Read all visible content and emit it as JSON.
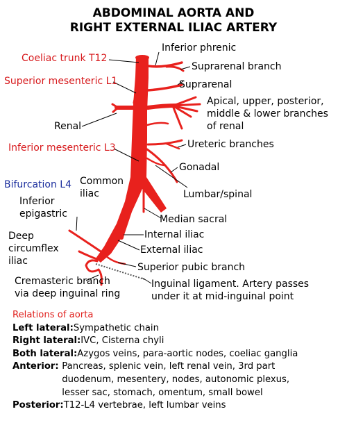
{
  "title_line1": "ABDOMINAL AORTA AND",
  "title_line2": "RIGHT EXTERNAL ILIAC ARTERY",
  "labels": {
    "coeliac": "Coeliac trunk T12",
    "sup_mesenteric": "Superior mesenteric L1",
    "renal": "Renal",
    "inf_mesenteric": "Inferior mesenteric L3",
    "bifurcation": "Bifurcation L4",
    "common_iliac_1": "Common",
    "common_iliac_2": "iliac",
    "inf_epigastric_1": "Inferior",
    "inf_epigastric_2": "epigastric",
    "deep_circ_1": "Deep",
    "deep_circ_2": "circumflex",
    "deep_circ_3": "iliac",
    "cremasteric_1": "Cremasteric branch",
    "cremasteric_2": "via deep inguinal ring",
    "inf_phrenic": "Inferior phrenic",
    "suprarenal_branch": "Suprarenal branch",
    "suprarenal": "Suprarenal",
    "renal_branches_1": "Apical, upper, posterior,",
    "renal_branches_2": "middle & lower branches",
    "renal_branches_3": "of renal",
    "ureteric": "Ureteric branches",
    "gonadal": "Gonadal",
    "lumbar": "Lumbar/spinal",
    "median_sacral": "Median sacral",
    "internal_iliac": "Internal iliac",
    "external_iliac": "External iliac",
    "sup_pubic": "Superior pubic branch",
    "inguinal_1": "Inguinal ligament. Artery passes",
    "inguinal_2": "under it at mid-inguinal point"
  },
  "relations": {
    "heading": "Relations of aorta",
    "left_k": "Left lateral:",
    "left_v": " Sympathetic chain",
    "right_k": "Right lateral:",
    "right_v": " IVC, Cisterna chyli",
    "both_k": "Both lateral:",
    "both_v": " Azygos veins, para-aortic nodes, coeliac ganglia",
    "anterior_k": "Anterior: ",
    "anterior_v": "Pancreas, splenic vein, left renal vein, 3rd part duodenum, mesentery, nodes, autonomic plexus, lesser sac, stomach, omentum, small bowel",
    "posterior_k": "Posterior:",
    "posterior_v": " T12-L4 vertebrae, left lumbar veins"
  },
  "colors": {
    "artery": "#e8211d",
    "red_label": "#d7191c",
    "blue_label": "#1c2f9e",
    "text": "#000000"
  }
}
